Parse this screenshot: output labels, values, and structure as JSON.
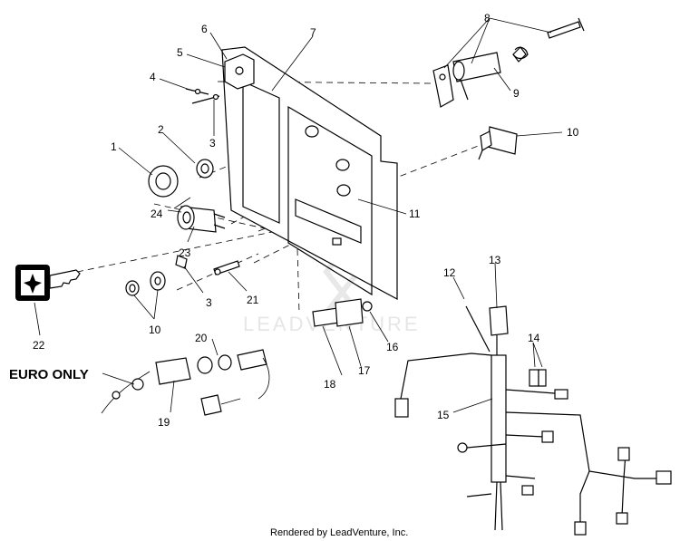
{
  "diagram": {
    "callouts": {
      "c1": "1",
      "c2": "2",
      "c3a": "3",
      "c3b": "3",
      "c4": "4",
      "c5": "5",
      "c6": "6",
      "c7": "7",
      "c8": "8",
      "c9": "9",
      "c10a": "10",
      "c10b": "10",
      "c11": "11",
      "c12": "12",
      "c13": "13",
      "c14": "14",
      "c15": "15",
      "c16": "16",
      "c17": "17",
      "c18": "18",
      "c19": "19",
      "c20": "20",
      "c21": "21",
      "c22": "22",
      "c23": "23",
      "c24": "24"
    },
    "euro_note": "EURO ONLY",
    "watermark": "LEADVENTURE",
    "credit": "Rendered by LeadVenture, Inc."
  }
}
